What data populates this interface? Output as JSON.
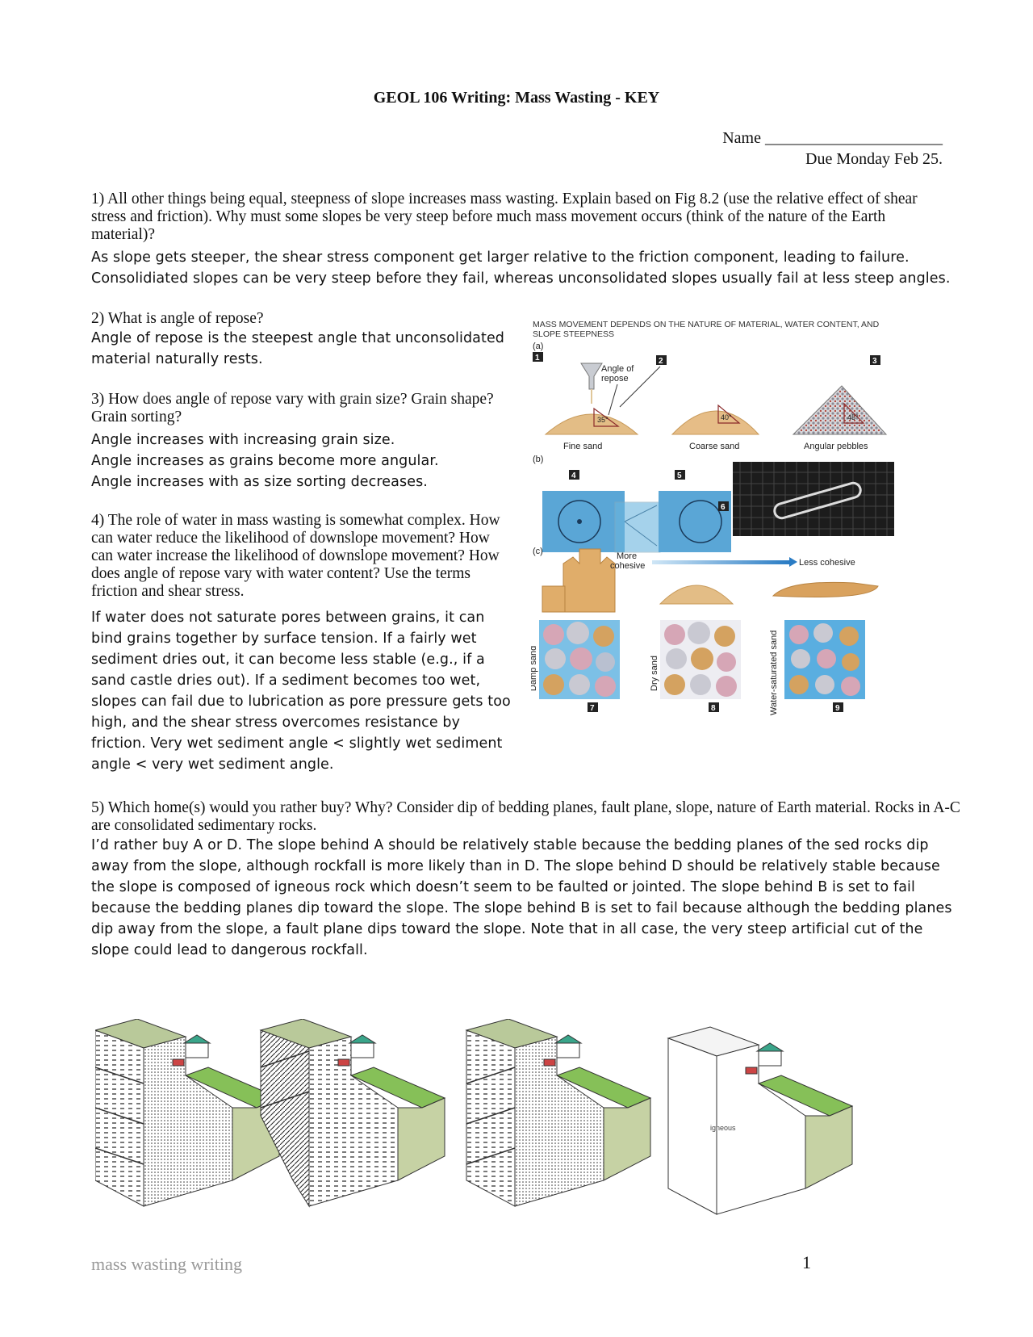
{
  "title": "GEOL 106 Writing: Mass Wasting - KEY",
  "name_line": "Name ______________________",
  "due": "Due Monday Feb 25.",
  "q1": "1) All other things being equal, steepness of slope increases mass wasting. Explain based on Fig 8.2 (use the relative effect of shear stress and friction). Why must some slopes be very steep before much mass movement occurs (think of the nature of the Earth material)?",
  "a1": "As slope gets steeper, the shear stress component get larger relative to the friction component, leading to failure. Consolidiated slopes can be very steep before they fail, whereas unconsolidated slopes usually fail at less steep angles.",
  "q2": "2) What is angle of repose?",
  "a2": "Angle of repose is the steepest angle that unconsolidated material naturally rests.",
  "q3": "3) How does angle of repose vary with grain size? Grain shape? Grain sorting?",
  "a3_lines": [
    "Angle increases with increasing grain size.",
    "Angle increases as grains become more angular.",
    "Angle increases with as size sorting decreases."
  ],
  "q4": "4) The role of water in mass wasting is somewhat complex. How can water reduce the likelihood of downslope movement? How can water increase the likelihood of downslope movement? How does angle of repose vary with water content? Use the terms friction and shear stress.",
  "a4": "If water does not saturate pores between grains, it can bind grains together by surface tension. If a fairly wet sediment dries out, it can become less stable (e.g., if a sand castle dries out). If a sediment becomes too wet, slopes can fail due to lubrication as pore pressure gets too high, and the shear stress overcomes resistance by friction. Very wet sediment angle < slightly wet sediment angle < very wet sediment angle.",
  "q5": "5) Which home(s) would you rather buy? Why? Consider dip of bedding planes, fault plane, slope, nature of Earth material. Rocks in A-C are consolidated sedimentary rocks.",
  "a5": "I’d rather buy A or D. The slope behind A should be relatively stable because the bedding planes of the sed rocks dip away from the slope, although rockfall is more likely than in D. The slope behind D should be relatively stable because the slope is composed of igneous rock which doesn’t seem to be faulted or jointed. The slope behind B is set to fail because the bedding planes dip toward the slope. The slope behind B is set to fail because although the bedding planes dip away from the slope, a fault plane dips toward the slope. Note that in all case, the very steep artificial cut of the slope could lead to dangerous rockfall.",
  "figure": {
    "caption": "MASS MOVEMENT DEPENDS ON THE NATURE OF MATERIAL, WATER CONTENT, AND SLOPE STEEPNESS",
    "panel_a": "(a)",
    "panel_b": "(b)",
    "panel_c": "(c)",
    "angle_label_1": "Angle of",
    "angle_label_2": "repose",
    "fine_sand": "Fine sand",
    "coarse_sand": "Coarse sand",
    "angular_pebbles": "Angular pebbles",
    "angle_fine": "35°",
    "angle_coarse": "40°",
    "angle_pebbles": "45°",
    "more_cohesive_1": "More",
    "more_cohesive_2": "cohesive",
    "less_cohesive": "Less cohesive",
    "damp_sand": "Damp sand",
    "dry_sand": "Dry sand",
    "water_saturated_sand": "Water-saturated sand",
    "n1": "1",
    "n2": "2",
    "n3": "3",
    "n4": "4",
    "n5": "5",
    "n6": "6",
    "n7": "7",
    "n8": "8",
    "n9": "9"
  },
  "homes_igneous_label": "igneous",
  "footer_left": "mass wasting writing",
  "page_number": "1"
}
